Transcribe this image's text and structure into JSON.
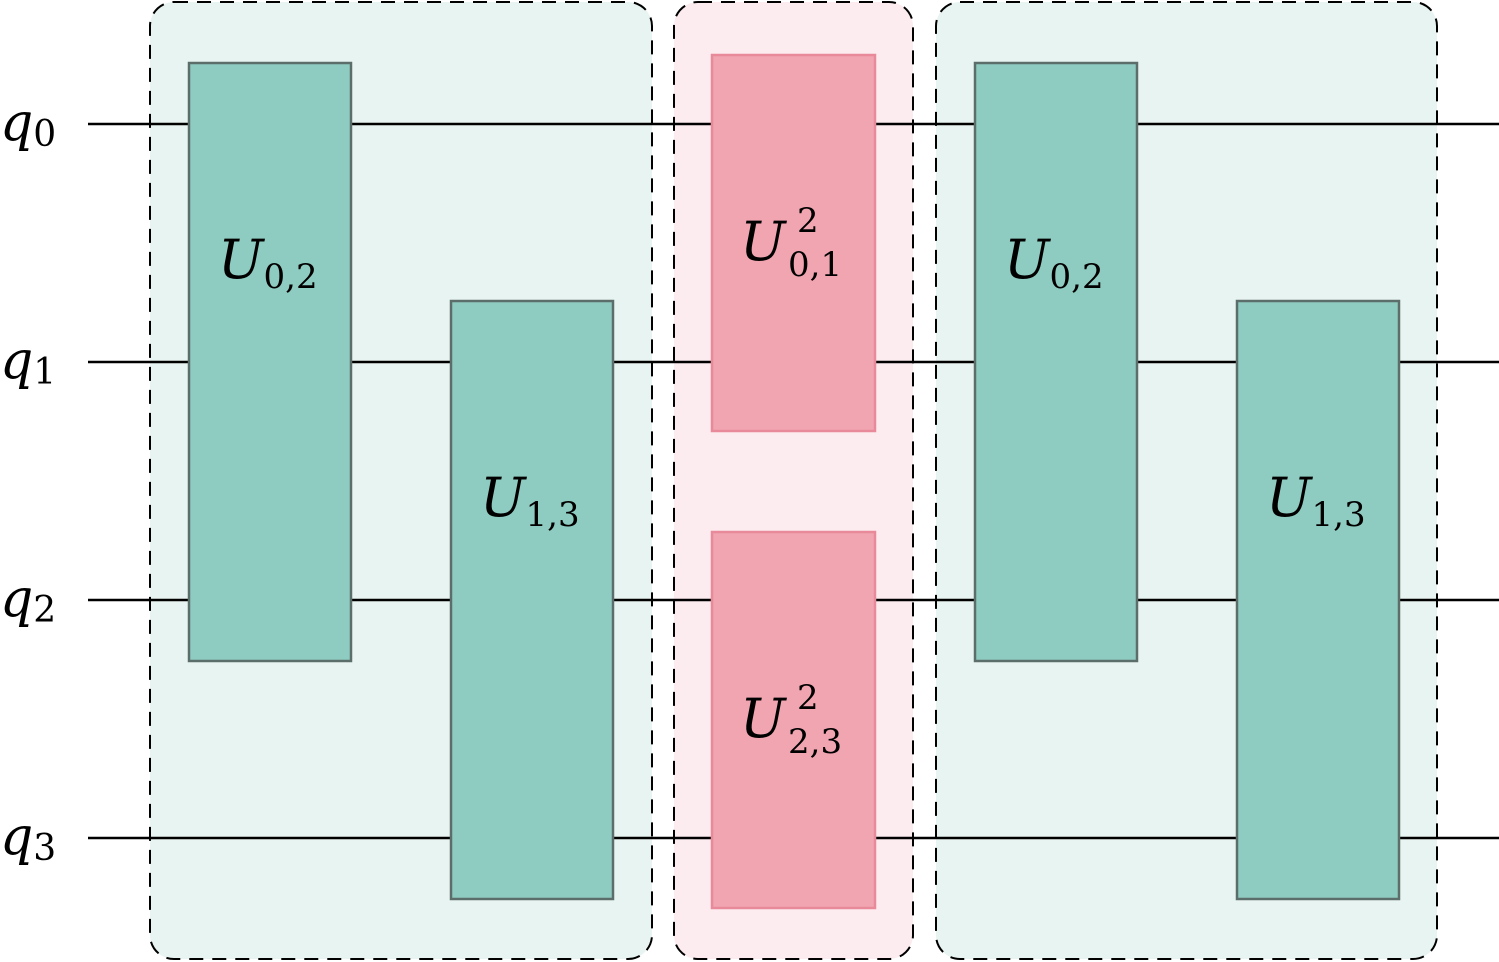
{
  "qubits": [
    {
      "letter": "q",
      "index": "0"
    },
    {
      "letter": "q",
      "index": "1"
    },
    {
      "letter": "q",
      "index": "2"
    },
    {
      "letter": "q",
      "index": "3"
    }
  ],
  "blocks": [
    {
      "kind": "teal",
      "gates": [
        {
          "base": "U",
          "sub": "0,2",
          "sup": ""
        },
        {
          "base": "U",
          "sub": "1,3",
          "sup": ""
        }
      ]
    },
    {
      "kind": "pink",
      "gates": [
        {
          "base": "U",
          "sub": "0,1",
          "sup": "2"
        },
        {
          "base": "U",
          "sub": "2,3",
          "sup": "2"
        }
      ]
    },
    {
      "kind": "teal",
      "gates": [
        {
          "base": "U",
          "sub": "0,2",
          "sup": ""
        },
        {
          "base": "U",
          "sub": "1,3",
          "sup": ""
        }
      ]
    }
  ],
  "colors": {
    "teal_bg": "#e8f4f1",
    "teal_gate": "#8ecbc1",
    "teal_stroke": "#5c6e6a",
    "pink_bg": "#fcecef",
    "pink_gate": "#f1a5b1",
    "pink_stroke": "#e88a9a",
    "wire": "#000000"
  }
}
